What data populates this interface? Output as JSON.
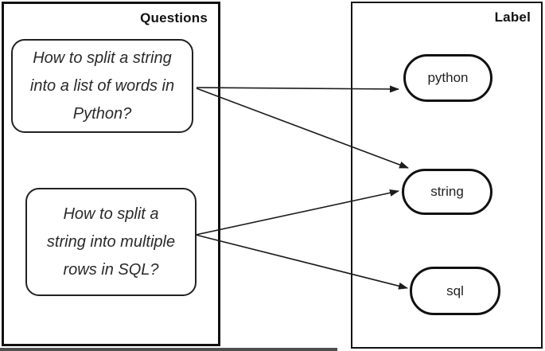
{
  "panels": {
    "questions": {
      "title": "Questions"
    },
    "labels": {
      "title": "Label"
    }
  },
  "questions": [
    {
      "id": "q1",
      "text": "How to split a string into a list of words in Python?",
      "lines": [
        "How to split a string",
        "into a list of words in",
        "Python?"
      ],
      "connects_to": [
        "python",
        "string"
      ]
    },
    {
      "id": "q2",
      "text": "How to split a string into multiple rows in SQL?",
      "lines": [
        "How to split a",
        "string into multiple",
        "rows in SQL?"
      ],
      "connects_to": [
        "string",
        "sql"
      ]
    }
  ],
  "labels": [
    {
      "id": "python",
      "text": "python"
    },
    {
      "id": "string",
      "text": "string"
    },
    {
      "id": "sql",
      "text": "sql"
    }
  ],
  "edges": [
    {
      "from": "q1",
      "to": "python"
    },
    {
      "from": "q1",
      "to": "string"
    },
    {
      "from": "q2",
      "to": "string"
    },
    {
      "from": "q2",
      "to": "sql"
    }
  ],
  "colors": {
    "stroke": "#111111",
    "background": "#ffffff",
    "bottom_strip": "#4f4f4f"
  }
}
